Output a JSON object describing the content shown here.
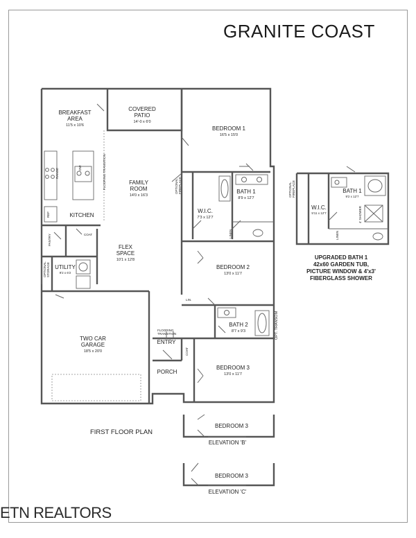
{
  "title": "GRANITE COAST",
  "watermark": "ETN REALTORS",
  "plan_caption": "FIRST FLOOR PLAN",
  "rooms": {
    "breakfast": {
      "name_1": "BREAKFAST",
      "name_2": "AREA",
      "dims": "11'5 x 10'6"
    },
    "patio": {
      "name_1": "COVERED",
      "name_2": "PATIO",
      "dims": "14'-0 x 6'0"
    },
    "bedroom1": {
      "name": "BEDROOM 1",
      "dims": "16'5 x 15'0"
    },
    "family": {
      "name_1": "FAMILY",
      "name_2": "ROOM",
      "dims": "14'0 x 16'3"
    },
    "kitchen": {
      "name": "KITCHEN"
    },
    "bath1": {
      "name": "BATH 1",
      "dims": "8'9 x 12'7"
    },
    "wic": {
      "name": "W.I.C.",
      "dims": "7'3 x 12'7"
    },
    "flex": {
      "name_1": "FLEX",
      "name_2": "SPACE",
      "dims": "10'1 x 12'8"
    },
    "utility": {
      "name": "UTILITY",
      "dims": "9'2 x 6'2"
    },
    "bedroom2": {
      "name": "BEDROOM 2",
      "dims": "13'0 x 11'7"
    },
    "bath2": {
      "name": "BATH 2",
      "dims": "8'7 x 9'3"
    },
    "garage": {
      "name_1": "TWO CAR",
      "name_2": "GARAGE",
      "dims": "18'5 x 20'0"
    },
    "entry": {
      "name": "ENTRY"
    },
    "porch": {
      "name": "PORCH"
    },
    "bedroom3": {
      "name": "BEDROOM 3",
      "dims": "13'0 x 11'7"
    }
  },
  "labels": {
    "flooring_transition_1": "FLOORING TRANSITION",
    "flooring_transition_2_a": "FLOORING",
    "flooring_transition_2_b": "TRANSITION",
    "opt_fireplace_a": "OPTIONAL",
    "opt_fireplace_b": "FIREPLACE",
    "linen": "LINEN",
    "lin": "LIN.",
    "coat": "COAT",
    "coat_2": "COAT",
    "pantry": "PANTRY",
    "ref": "REF",
    "dw": "DW",
    "range": "RANGE",
    "opt_transom": "OPT. TRANSOM",
    "opt_storage_a": "OPTIONAL",
    "opt_storage_b": "STORAGE"
  },
  "upgraded_bath": {
    "bath_name": "BATH 1",
    "bath_dims": "9'2 x 12'7",
    "wic_name": "W.I.C.",
    "wic_dims": "5'11 x 12'7",
    "fireplace_a": "OPTIONAL",
    "fireplace_b": "FIREPLACE",
    "shower": "4' SHOWER",
    "linen": "LINEN",
    "caption_1": "UPGRADED BATH 1",
    "caption_2": "42x60 GARDEN TUB,",
    "caption_3": "PICTURE WINDOW & 4'x3'",
    "caption_4": "FIBERGLASS SHOWER"
  },
  "elevations": [
    {
      "room": "BEDROOM 3",
      "caption": "ELEVATION 'B'"
    },
    {
      "room": "BEDROOM 3",
      "caption": "ELEVATION 'C'"
    }
  ]
}
